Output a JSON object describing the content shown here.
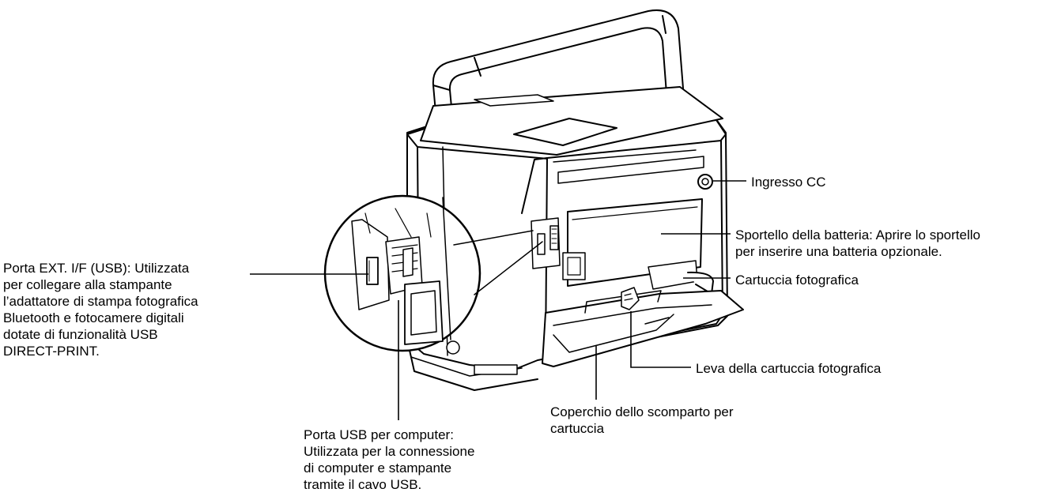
{
  "callouts": {
    "ext_port": {
      "lines": [
        "Porta EXT. I/F (USB): Utilizzata",
        "per collegare alla stampante",
        "l’adattatore di stampa fotografica",
        "Bluetooth e fotocamere digitali",
        "dotate di funzionalità USB",
        "DIRECT-PRINT."
      ]
    },
    "usb_computer_port": {
      "lines": [
        "Porta USB per computer:",
        "Utilizzata per la connessione",
        "di computer e stampante",
        "tramite il cavo USB."
      ]
    },
    "dc_in": {
      "lines": [
        "Ingresso CC"
      ]
    },
    "battery_door": {
      "lines": [
        "Sportello della batteria: Aprire lo sportello",
        "per inserire una batteria opzionale."
      ]
    },
    "photo_cartridge": {
      "lines": [
        "Cartuccia fotografica"
      ]
    },
    "cartridge_lever": {
      "lines": [
        "Leva della cartuccia fotografica"
      ]
    },
    "cartridge_cover": {
      "lines": [
        "Coperchio dello scomparto per",
        "cartuccia"
      ]
    }
  }
}
